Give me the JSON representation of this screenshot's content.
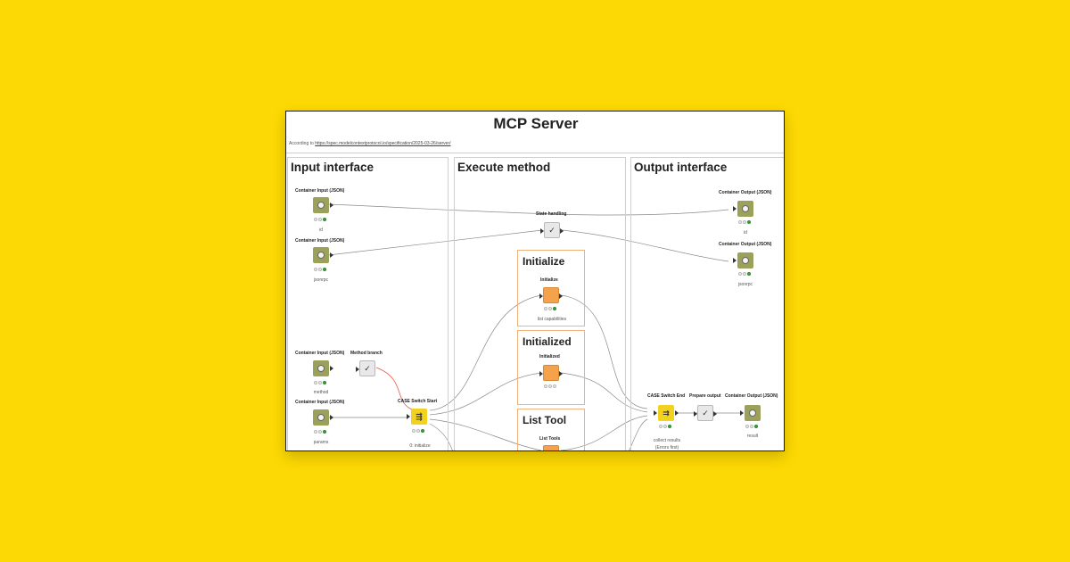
{
  "workflow": {
    "title": "MCP Server",
    "subtitle_prefix": "According to",
    "subtitle_link": "https://spec.modelcontextprotocol.io/specification/2025-03-26/server/"
  },
  "sections": {
    "input": "Input interface",
    "execute": "Execute method",
    "output": "Output interface"
  },
  "boxes": {
    "initialize": "Initialize",
    "initialized": "Initialized",
    "list_tool": "List Tool"
  },
  "nodes": {
    "in_id": {
      "label": "Container Input (JSON)",
      "comment": "id"
    },
    "in_jsonrpc": {
      "label": "Container Input (JSON)",
      "comment": "jsonrpc"
    },
    "in_method": {
      "label": "Container Input (JSON)",
      "comment": "method"
    },
    "method_branch": {
      "label": "Method branch"
    },
    "in_params": {
      "label": "Container Input (JSON)",
      "comment": "params"
    },
    "case_start": {
      "label": "CASE Switch Start",
      "comment": "0: initialize"
    },
    "state_handling": {
      "label": "State handling"
    },
    "initialize": {
      "label": "Initialize",
      "comment": "list capabilities"
    },
    "initialized": {
      "label": "Initialized"
    },
    "list_tools": {
      "label": "List Tools"
    },
    "case_end": {
      "label": "CASE Switch End",
      "comment": "collect results",
      "comment2": "(Errors first)"
    },
    "prepare_output": {
      "label": "Prepare output"
    },
    "out_result": {
      "label": "Container Output (JSON)",
      "comment": "result"
    },
    "out_id": {
      "label": "Container Output (JSON)",
      "comment": "id"
    },
    "out_jsonrpc": {
      "label": "Container Output (JSON)",
      "comment": "jsonrpc"
    }
  },
  "colors": {
    "background": "#fcd804",
    "source_node": "#9ba15a",
    "metanode": "#f4a24b",
    "case_node": "#f2d21e",
    "box_border": "#f0b27a",
    "active_wire": "#e25545",
    "status_ok": "#3aa43a"
  },
  "icons": {
    "source": "container-input-icon",
    "process": "checkmark-icon",
    "case_start": "switch-start-icon",
    "case_end": "switch-end-icon",
    "sink": "container-output-icon"
  }
}
